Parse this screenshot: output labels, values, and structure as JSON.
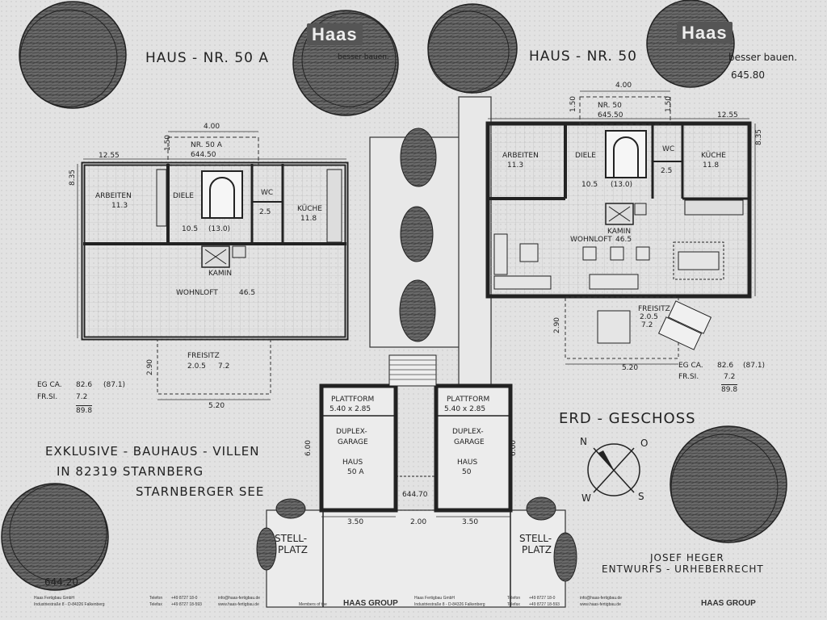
{
  "titles": {
    "left_house": "HAUS - NR. 50 A",
    "right_house": "HAUS - NR. 50",
    "floor": "ERD - GESCHOSS"
  },
  "logo": {
    "brand": "Haas",
    "slogan": "besser bauen."
  },
  "levels": {
    "top_right": "645.80",
    "bottom_left": "644.20",
    "center": "644.70"
  },
  "left_house": {
    "entry_nr": "NR. 50 A",
    "entry_level": "644.50",
    "entry_width": "4.00",
    "entry_depth": "1.50",
    "width": "12.55",
    "depth": "8.35",
    "rooms": {
      "arbeiten_label": "ARBEITEN",
      "arbeiten_area": "11.3",
      "diele_label": "DIELE",
      "diele_area": "10.5",
      "diele_area_paren": "(13.0)",
      "wc_label": "WC",
      "wc_area": "2.5",
      "kueche_label": "KÜCHE",
      "kueche_area": "11.8",
      "kamin_label": "KAMIN",
      "wohnloft_label": "WOHNLOFT",
      "wohnloft_area": "46.5"
    },
    "terrace": {
      "label": "FREISITZ",
      "size": "2.0.5",
      "area": "7.2",
      "depth": "2.90",
      "width": "5.20"
    },
    "summary": {
      "eg_label": "EG CA.",
      "eg_value": "82.6",
      "eg_paren": "(87.1)",
      "fr_label": "FR.SI.",
      "fr_value": "7.2",
      "total": "89.8"
    }
  },
  "right_house": {
    "entry_nr": "NR. 50",
    "entry_level": "645.50",
    "entry_width": "4.00",
    "entry_depth_left": "1.50",
    "entry_depth_right": "1.50",
    "width": "12.55",
    "depth": "8.35",
    "rooms": {
      "arbeiten_label": "ARBEITEN",
      "arbeiten_area": "11.3",
      "diele_label": "DIELE",
      "diele_area": "10.5",
      "diele_area_paren": "(13.0)",
      "wc_label": "WC",
      "wc_area": "2.5",
      "kueche_label": "KÜCHE",
      "kueche_area": "11.8",
      "kamin_label": "KAMIN",
      "wohnloft_label": "WOHNLOFT",
      "wohnloft_area": "46.5"
    },
    "terrace": {
      "label": "FREISITZ",
      "size": "2.0.5",
      "area": "7.2",
      "depth": "2.90",
      "width": "5.20"
    },
    "summary": {
      "eg_label": "EG CA.",
      "eg_value": "82.6",
      "eg_paren": "(87.1)",
      "fr_label": "FR.SI.",
      "fr_value": "7.2",
      "total": "89.8"
    }
  },
  "garages": {
    "left": {
      "platform": "PLATTFORM",
      "platform_size": "5.40 x 2.85",
      "duplex1": "DUPLEX-",
      "duplex2": "GARAGE",
      "haus": "HAUS",
      "nr": "50 A",
      "depth": "6.00",
      "width": "3.50"
    },
    "right": {
      "platform": "PLATTFORM",
      "platform_size": "5.40 x 2.85",
      "duplex1": "DUPLEX-",
      "duplex2": "GARAGE",
      "haus": "HAUS",
      "nr": "50",
      "depth": "6.00",
      "width": "3.50"
    },
    "gap": "2.00"
  },
  "parking": {
    "left1": "STELL-",
    "left2": "PLATZ",
    "right1": "STELL-",
    "right2": "PLATZ"
  },
  "project": {
    "line1": "EXKLUSIVE - BAUHAUS - VILLEN",
    "line2": "IN 82319 STARNBERG",
    "line3": "STARNBERGER SEE"
  },
  "compass": {
    "n": "N",
    "o": "O",
    "w": "W",
    "s": "S"
  },
  "author": {
    "name": "JOSEF HEGER",
    "rights": "ENTWURFS - URHEBERRECHT"
  },
  "footer": {
    "company": "Haas Fertigbau GmbH",
    "address": "Industriestraße 8 - D-84326 Falkenberg",
    "phone_label": "Telefon",
    "phone": "+49 8727 18-0",
    "fax_label": "Telefax",
    "fax": "+49 8727 18-593",
    "email": "info@haas-fertigbau.de",
    "web": "www.haas-fertigbau.de",
    "member": "Members of the",
    "group": "HAAS GROUP"
  }
}
